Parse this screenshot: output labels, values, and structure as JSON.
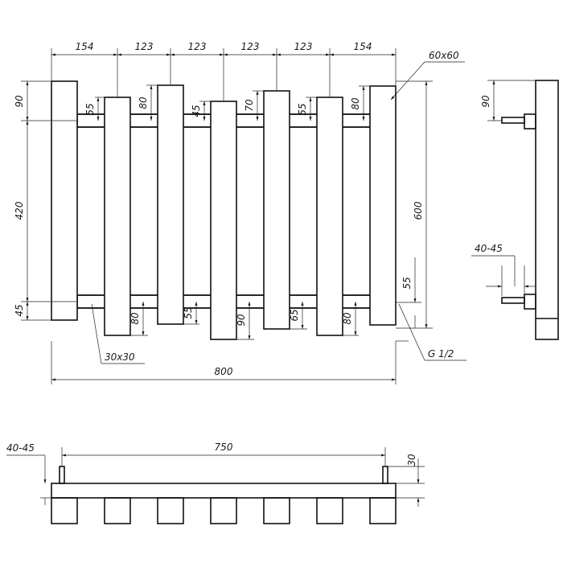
{
  "drawing": {
    "top_dims": [
      "154",
      "123",
      "123",
      "123",
      "123",
      "154"
    ],
    "left_dims": [
      "90",
      "420",
      "45"
    ],
    "bar_top_dims": [
      "55",
      "80",
      "45",
      "70",
      "55",
      "80"
    ],
    "bar_bottom_dims": [
      "80",
      "55",
      "90",
      "65",
      "80"
    ],
    "right_dims": [
      "600",
      "55"
    ],
    "profile_label": "60x60",
    "pipe_label": "30x30",
    "thread_label": "G 1/2",
    "overall_width": "800",
    "side_view": {
      "top_dim": "90",
      "offset_dim": "40-45"
    },
    "bottom_view": {
      "left_dim": "40-45",
      "span_dim": "750",
      "height_dim": "30"
    }
  }
}
